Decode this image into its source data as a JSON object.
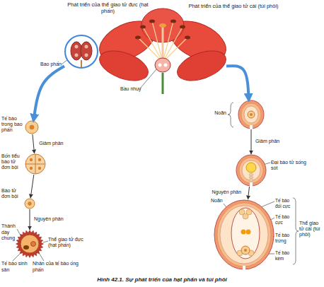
{
  "diagram": {
    "caption": "Hình 42.1. Sự phát triển của hạt phấn và túi phôi",
    "nodes": [
      {
        "text": [
          "Bao phấn"
        ]
      },
      {
        "text": [
          "Bầu nhụy"
        ]
      },
      {
        "text": [
          "Tế bào trong bao phấn"
        ]
      },
      {
        "text": [
          "Bốn tiểu bào tử đơn bội"
        ]
      },
      {
        "text": [
          "Bào tử đơn bội"
        ]
      },
      {
        "text": [
          "Thể giao tử đực (hạt phấn)"
        ]
      },
      {
        "text": [
          "Noãn"
        ]
      },
      {
        "text": [
          "Đại bào tử sống sót"
        ]
      },
      {
        "text": [
          "Noãn",
          "Thể giao tử cái (túi phôi)"
        ]
      }
    ],
    "edges": [
      {
        "from": 0,
        "to": 2,
        "arrow": "to"
      },
      {
        "from": 1,
        "to": 6,
        "arrow": "to"
      },
      {
        "from": 2,
        "to": 3,
        "label": "Giảm phân",
        "arrow": "to"
      },
      {
        "from": 3,
        "to": 4,
        "arrow": "to"
      },
      {
        "from": 4,
        "to": 5,
        "label": "Nguyên phân",
        "arrow": "to"
      },
      {
        "from": 6,
        "to": 7,
        "label": "Giảm phân",
        "arrow": "to"
      },
      {
        "from": 7,
        "to": 8,
        "label": "Nguyên phân",
        "arrow": "to"
      }
    ],
    "labels": [
      "Phát triển của thể giao tử đực (hạt phấn)",
      "Phát triển của thể giao tử cái (túi phôi)",
      "Thành dày chung",
      "Tế bào sinh sản",
      "Nhân của tế bào ống phấn",
      "Tế bào đối cực",
      "Tế bào cực",
      "Tế bào trứng",
      "Tế bào kèm"
    ]
  }
}
